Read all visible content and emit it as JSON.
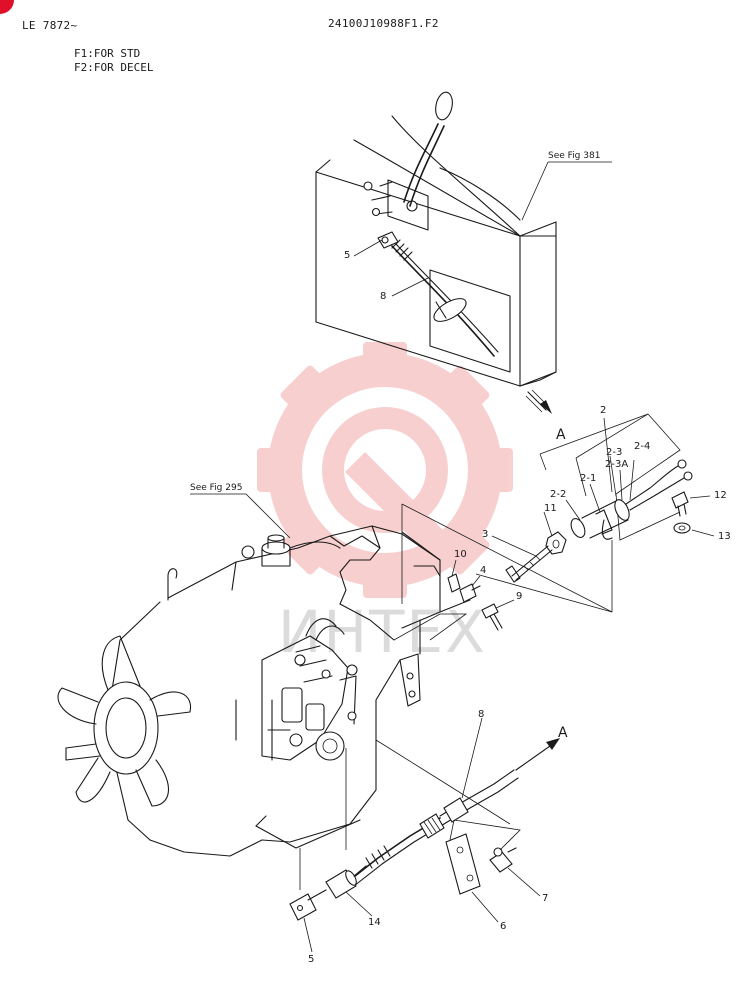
{
  "header": {
    "model": "LE 7872~",
    "part_code": "24100J10988F1.F2",
    "notes": [
      "F1:FOR STD",
      "F2:FOR DECEL"
    ]
  },
  "references": {
    "fig_381": "See Fig 381",
    "fig_295": "See Fig 295"
  },
  "callouts": {
    "c5_top": "5",
    "c8_top": "8",
    "c2": "2",
    "c2_3": "2-3",
    "c2_3a": "2-3A",
    "c2_4": "2-4",
    "c2_1": "2-1",
    "c2_2": "2-2",
    "c12": "12",
    "c13": "13",
    "c11": "11",
    "c3": "3",
    "c10": "10",
    "c4": "4",
    "c9": "9",
    "c8_bottom": "8",
    "c7": "7",
    "c6": "6",
    "c14": "14",
    "c5_bottom": "5"
  },
  "connection_labels": {
    "a_top": "A",
    "a_bottom": "A"
  },
  "watermark": {
    "text": "ИНТЕХ",
    "color": "#f3b6b6"
  },
  "colors": {
    "line": "#1a1a1a",
    "corner_badge": "#e0102a"
  }
}
